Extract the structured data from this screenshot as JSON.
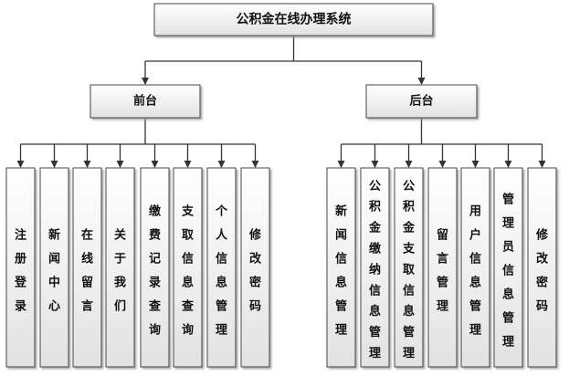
{
  "root": {
    "label": "公积金在线办理系统"
  },
  "branches": [
    {
      "label": "前台",
      "items": [
        "注册登录",
        "新闻中心",
        "在线留言",
        "关于我们",
        "缴费记录查询",
        "支取信息查询",
        "个人信息管理",
        "修改密码"
      ]
    },
    {
      "label": "后台",
      "items": [
        "新闻信息管理",
        "公积金缴纳信息管理",
        "公积金支取信息管理",
        "留言管理",
        "用户信息管理",
        "管理员信息管理",
        "修改密码"
      ]
    }
  ]
}
